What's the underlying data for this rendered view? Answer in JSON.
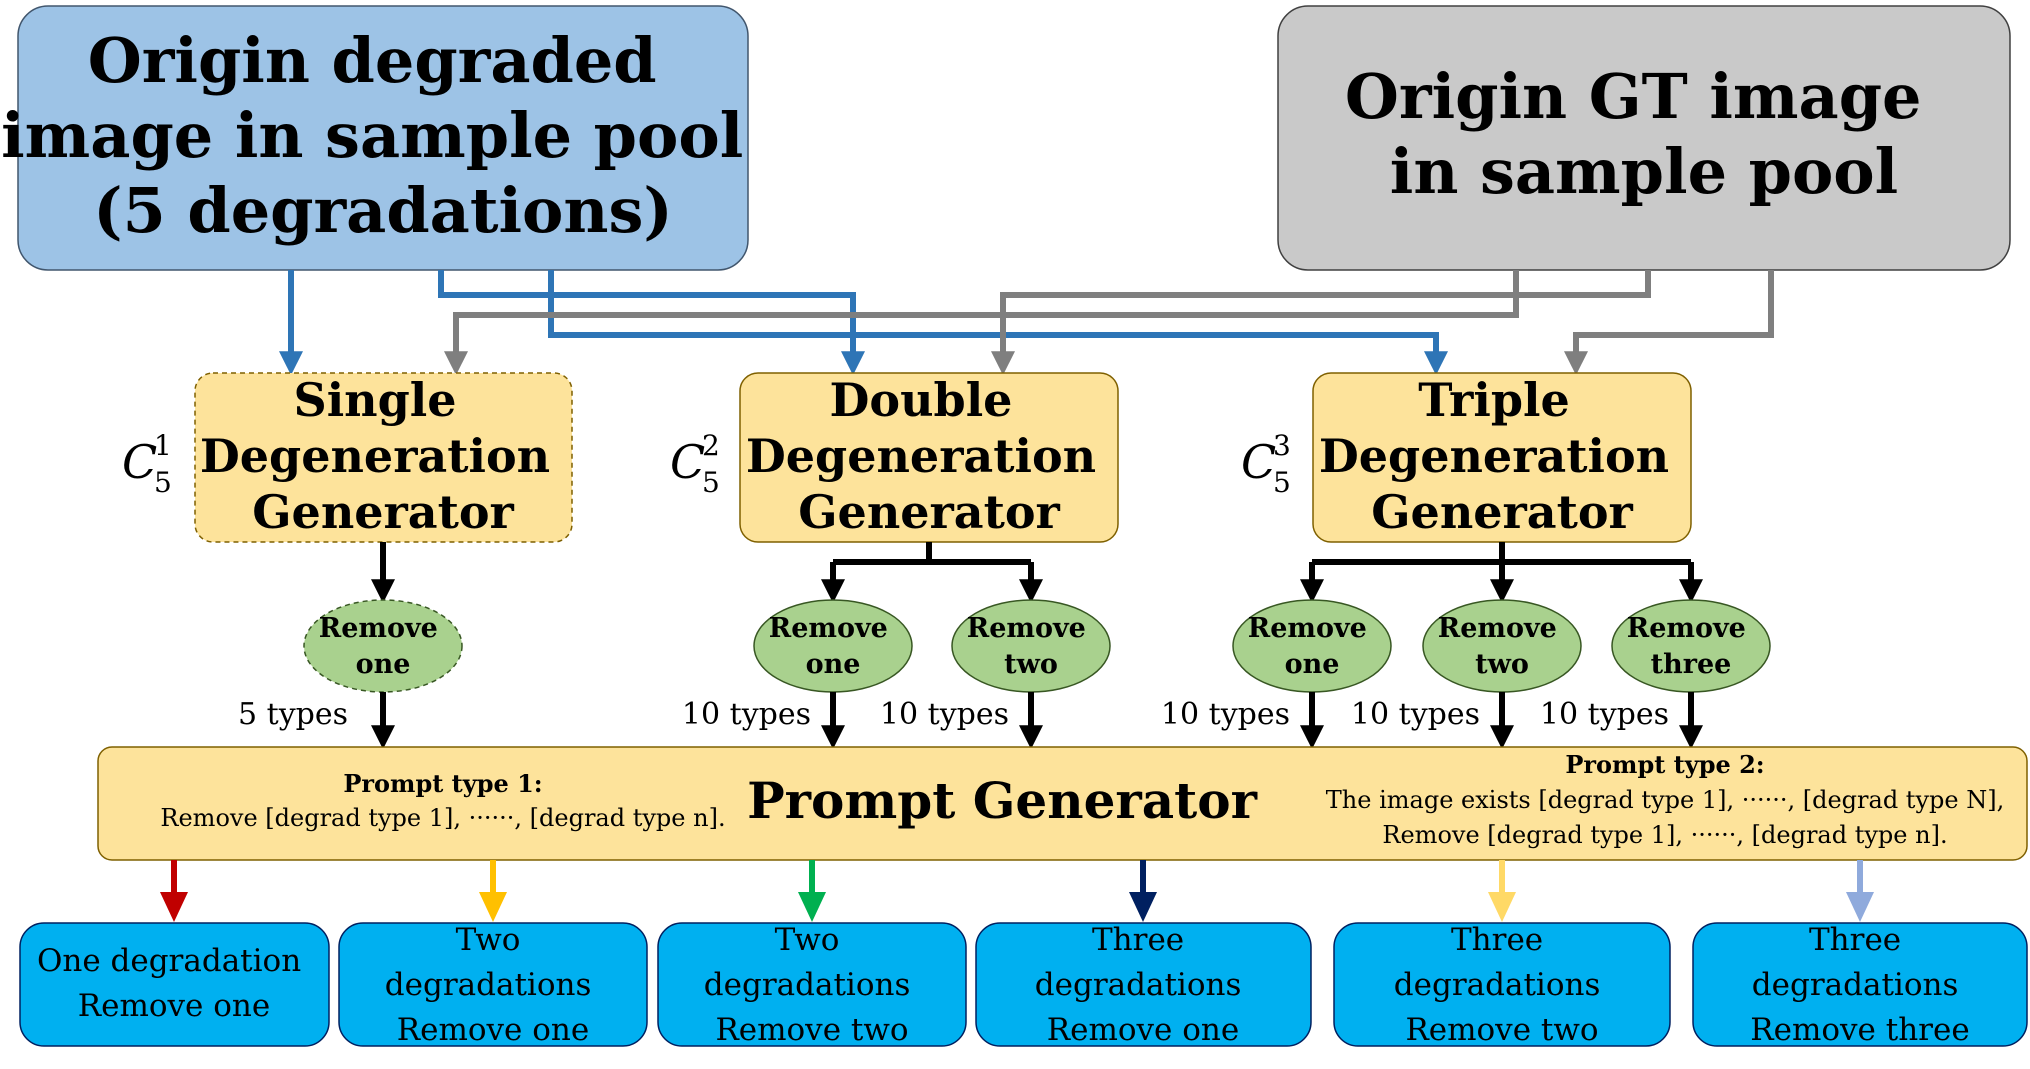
{
  "colors": {
    "degraded_box": "#9dc3e6",
    "gt_box": "#c9c9c9",
    "generator_box": "#fde39b",
    "remove_ellipse": "#a9d18e",
    "output_box": "#00b0f0",
    "blue_arrow": "#2e75b6",
    "gray_arrow": "#7f7f7f",
    "black_arrow": "#000000",
    "out_arrow_colors": [
      "#c00000",
      "#ffc000",
      "#00b050",
      "#002060",
      "#ffd966",
      "#8faadc"
    ]
  },
  "source_degraded": {
    "lines": [
      "Origin degraded",
      "image in sample pool",
      "(5 degradations)"
    ]
  },
  "source_gt": {
    "lines": [
      "Origin GT image",
      "in sample pool"
    ]
  },
  "generators": [
    {
      "id": "single",
      "combo_base": "C",
      "combo_sub": "5",
      "combo_sup": "1",
      "lines": [
        "Single",
        "Degeneration",
        "Generator"
      ],
      "removes": [
        {
          "lines": [
            "Remove",
            "one"
          ],
          "types": "5 types"
        }
      ]
    },
    {
      "id": "double",
      "combo_base": "C",
      "combo_sub": "5",
      "combo_sup": "2",
      "lines": [
        "Double",
        "Degeneration",
        "Generator"
      ],
      "removes": [
        {
          "lines": [
            "Remove",
            "one"
          ],
          "types": "10 types"
        },
        {
          "lines": [
            "Remove",
            "two"
          ],
          "types": "10 types"
        }
      ]
    },
    {
      "id": "triple",
      "combo_base": "C",
      "combo_sub": "5",
      "combo_sup": "3",
      "lines": [
        "Triple",
        "Degeneration",
        "Generator"
      ],
      "removes": [
        {
          "lines": [
            "Remove",
            "one"
          ],
          "types": "10 types"
        },
        {
          "lines": [
            "Remove",
            "two"
          ],
          "types": "10 types"
        },
        {
          "lines": [
            "Remove",
            "three"
          ],
          "types": "10 types"
        }
      ]
    }
  ],
  "prompt_generator": {
    "title": "Prompt Generator",
    "type1_title": "Prompt type 1:",
    "type1_text": "Remove [degrad type 1], ······, [degrad type n].",
    "type2_title": "Prompt type 2:",
    "type2_line1": "The image exists [degrad type 1], ······, [degrad type N],",
    "type2_line2": "Remove [degrad type 1], ······, [degrad type n]."
  },
  "outputs": [
    {
      "lines": [
        "One degradation",
        "Remove one"
      ]
    },
    {
      "lines": [
        "Two",
        "degradations",
        "Remove one"
      ]
    },
    {
      "lines": [
        "Two",
        "degradations",
        "Remove two"
      ]
    },
    {
      "lines": [
        "Three",
        "degradations",
        "Remove one"
      ]
    },
    {
      "lines": [
        "Three",
        "degradations",
        "Remove two"
      ]
    },
    {
      "lines": [
        "Three",
        "degradations",
        "Remove three"
      ]
    }
  ]
}
